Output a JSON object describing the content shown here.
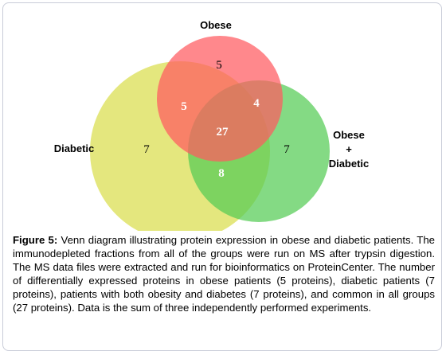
{
  "diagram": {
    "sets": [
      {
        "id": "obese",
        "label": "Obese",
        "color": "#ff5a5f"
      },
      {
        "id": "diabetic",
        "label": "Diabetic",
        "color": "#dde05a"
      },
      {
        "id": "obese_diabetic",
        "label_lines": [
          "Obese",
          "+",
          "Diabetic"
        ],
        "color": "#55cc55"
      }
    ],
    "regions": {
      "obese_only": "5",
      "diabetic_only": "7",
      "obese_diabetic_only": "7",
      "obese_and_diabetic": "5",
      "obese_and_obese_diabetic": "4",
      "diabetic_and_obese_diabetic": "8",
      "all": "27"
    }
  },
  "caption": {
    "label": "Figure 5:",
    "text": " Venn diagram illustrating protein expression in obese and diabetic patients. The immunodepleted fractions from all of the groups were run on MS after trypsin digestion. The MS data files were extracted and run for bioinformatics on ProteinCenter. The number of differentially expressed proteins in obese patients (5 proteins), diabetic patients (7 proteins), patients with both obesity and diabetes (7 proteins), and common in all groups (27 proteins).  Data is the sum of three independently performed experiments."
  }
}
